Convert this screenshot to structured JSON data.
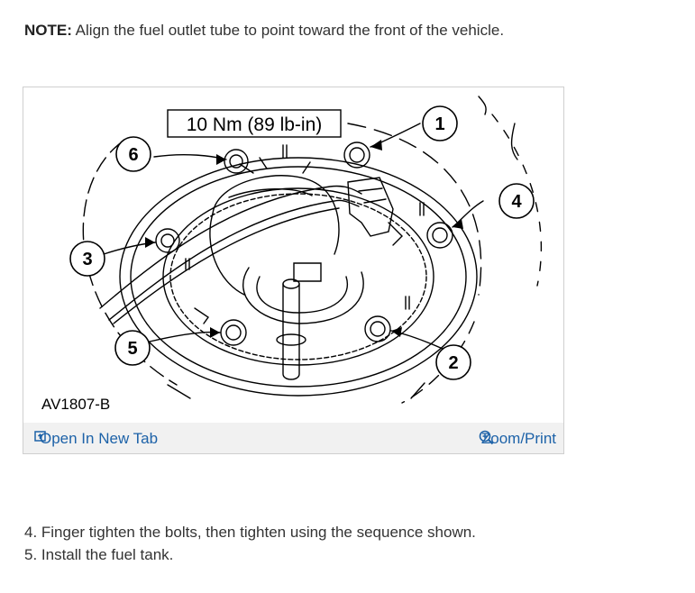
{
  "note": {
    "label": "NOTE:",
    "text": " Align the fuel outlet tube to point toward the front of the vehicle."
  },
  "figure": {
    "torque_label": "10 Nm (89 lb-in)",
    "code": "AV1807-B",
    "callouts": [
      "1",
      "2",
      "3",
      "4",
      "5",
      "6"
    ],
    "open_link": "Open In New Tab",
    "zoom_link": "Zoom/Print",
    "icons": {
      "open": "open-in-new-tab-icon",
      "zoom": "zoom-magnifier-icon"
    }
  },
  "steps": [
    "4. Finger tighten the bolts, then tighten using the sequence shown.",
    "5. Install the fuel tank."
  ]
}
